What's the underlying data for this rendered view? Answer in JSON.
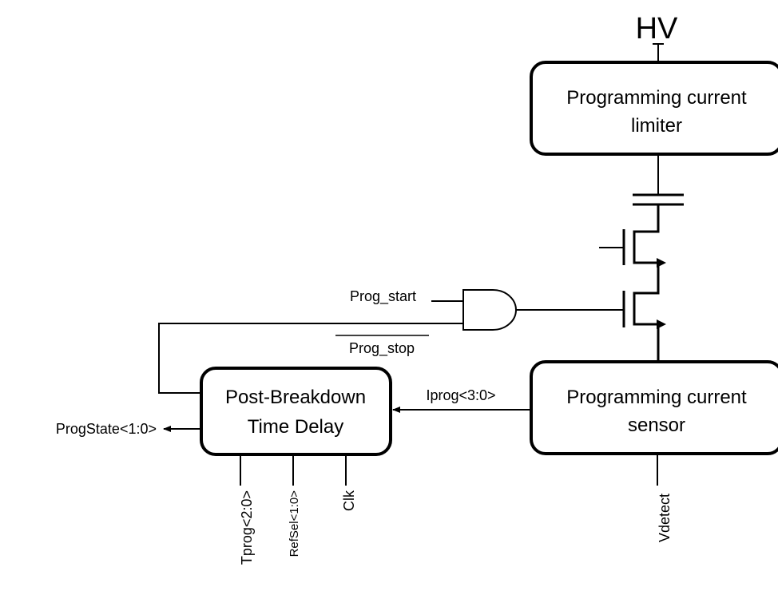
{
  "supply": {
    "label": "HV"
  },
  "blocks": {
    "limiter": {
      "line1": "Programming current",
      "line2": "limiter"
    },
    "sensor": {
      "line1": "Programming current",
      "line2": "sensor"
    },
    "delay": {
      "line1": "Post-Breakdown",
      "line2": "Time Delay"
    }
  },
  "signals": {
    "prog_start": "Prog_start",
    "prog_stop": "Prog_stop",
    "iprog": "Iprog<3:0>",
    "progstate": "ProgState<1:0>",
    "tprog": "Tprog<2:0>",
    "refsel": "RefSel<1:0>",
    "clk": "Clk",
    "vdetect": "Vdetect"
  }
}
